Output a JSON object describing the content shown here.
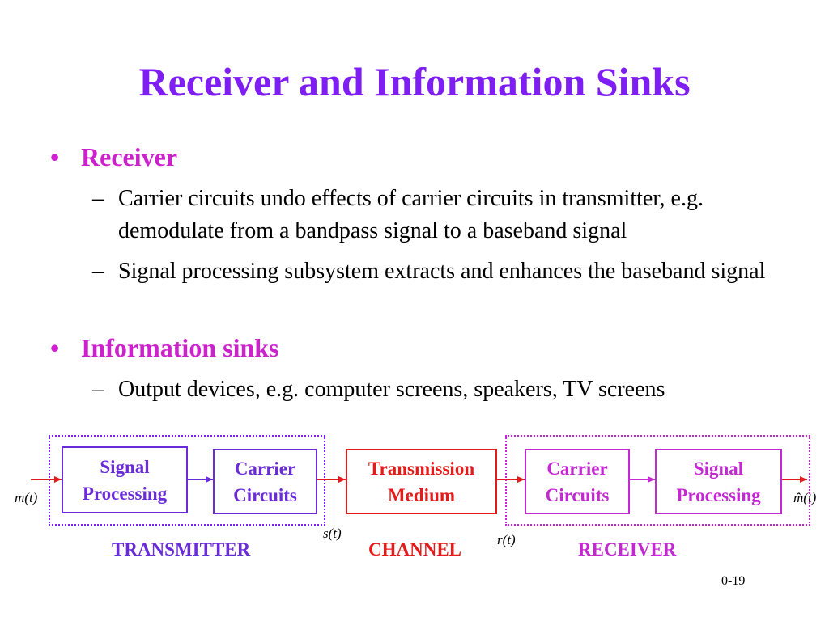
{
  "title": "Receiver and Information Sinks",
  "bullets": [
    {
      "label": "Receiver",
      "subs": [
        "Carrier circuits undo effects of carrier circuits in transmitter, e.g. demodulate from a bandpass signal to a baseband signal",
        "Signal processing subsystem extracts and enhances the baseband signal"
      ]
    },
    {
      "label": "Information sinks",
      "subs": [
        "Output devices, e.g. computer screens, speakers, TV screens"
      ]
    }
  ],
  "bullet_marker": "•",
  "sub_marker": "–",
  "diagram": {
    "blocks": {
      "tx_signal_processing": "Signal\nProcessing",
      "tx_carrier_circuits": "Carrier\nCircuits",
      "transmission_medium": "Transmission\nMedium",
      "rx_carrier_circuits": "Carrier\nCircuits",
      "rx_signal_processing": "Signal\nProcessing"
    },
    "sections": {
      "transmitter": "TRANSMITTER",
      "channel": "CHANNEL",
      "receiver": "RECEIVER"
    },
    "signals": {
      "input": "m(t)",
      "transmitted": "s(t)",
      "received": "r(t)",
      "output": "m̂(t)"
    },
    "colors": {
      "transmitter": "#6A2BD9",
      "channel": "#E51A1A",
      "receiver": "#C428D2"
    }
  },
  "slide_number": "0-19"
}
